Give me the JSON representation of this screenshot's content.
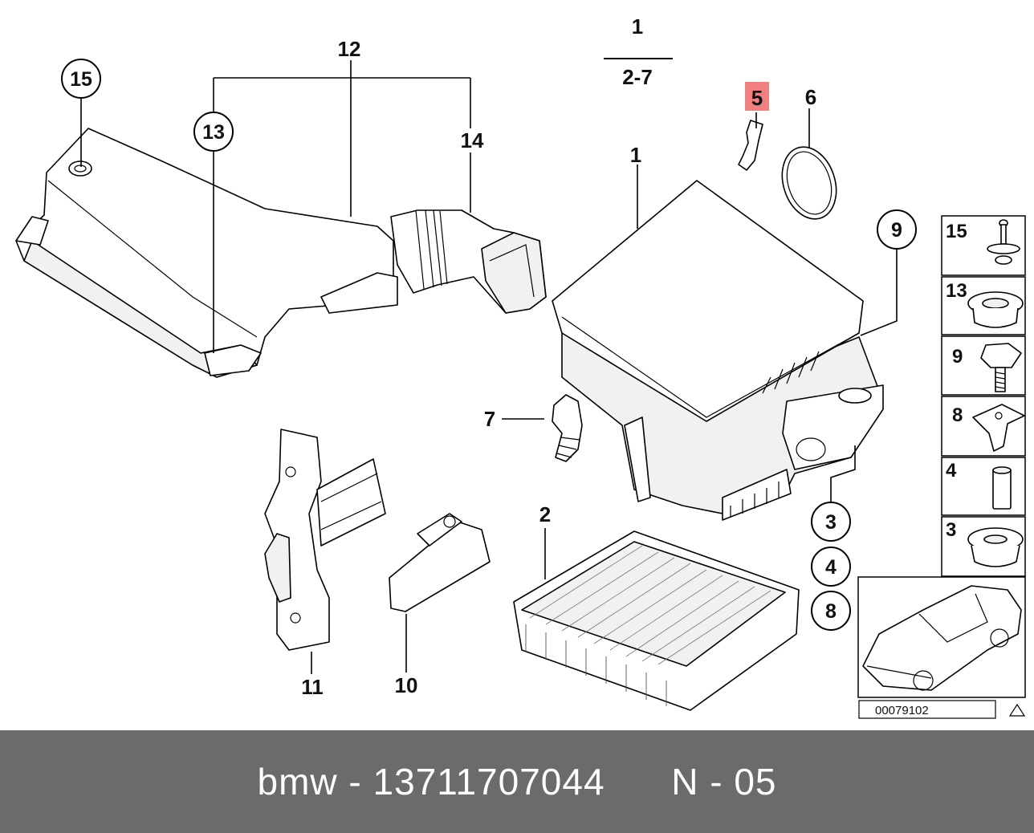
{
  "diagram": {
    "fraction": {
      "top": "1",
      "bottom": "2-7"
    },
    "callouts": {
      "p1": "1",
      "p2": "2",
      "p3": "3",
      "p4": "4",
      "p5": "5",
      "p6": "6",
      "p7": "7",
      "p8": "8",
      "p9": "9",
      "p10": "10",
      "p11": "11",
      "p12": "12",
      "p13": "13",
      "p14": "14",
      "p15": "15"
    },
    "highlight_color": "#f08080",
    "legend": [
      "15",
      "13",
      "9",
      "8",
      "4",
      "3"
    ],
    "image_code": "00079102"
  },
  "footer": {
    "brand": "bmw",
    "separator": "-",
    "part_number": "13711707044",
    "ref": "N - 05"
  }
}
